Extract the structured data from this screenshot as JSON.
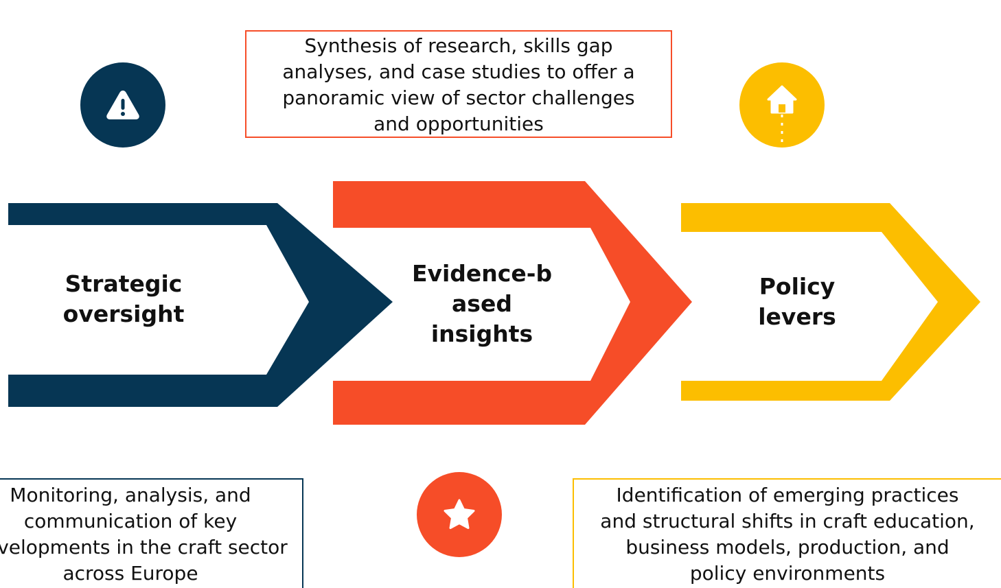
{
  "colors": {
    "navy": "#063654",
    "orange": "#F64D28",
    "yellow": "#FCBE00",
    "text": "#111111"
  },
  "stages": [
    {
      "label_lines": [
        "Strategic",
        "oversight"
      ],
      "color": "#063654"
    },
    {
      "label_lines": [
        "Evidence-b",
        "ased",
        "insights"
      ],
      "color": "#F64D28"
    },
    {
      "label_lines": [
        "Policy",
        "levers"
      ],
      "color": "#FCBE00"
    }
  ],
  "descriptions": {
    "top": [
      "Synthesis of research, skills gap",
      "analyses, and case studies to offer a",
      "panoramic view of sector challenges",
      "and opportunities"
    ],
    "bottom_left": [
      "Monitoring, analysis, and",
      "communication of key",
      "developments in the craft sector",
      "across Europe"
    ],
    "bottom_right": [
      "Identification of emerging practices",
      "and structural shifts in craft education,",
      "business models, production, and",
      "policy environments"
    ]
  },
  "icons": [
    {
      "name": "warning-icon",
      "color": "#063654"
    },
    {
      "name": "home-icon",
      "color": "#FCBE00"
    },
    {
      "name": "star-icon",
      "color": "#F64D28"
    }
  ]
}
